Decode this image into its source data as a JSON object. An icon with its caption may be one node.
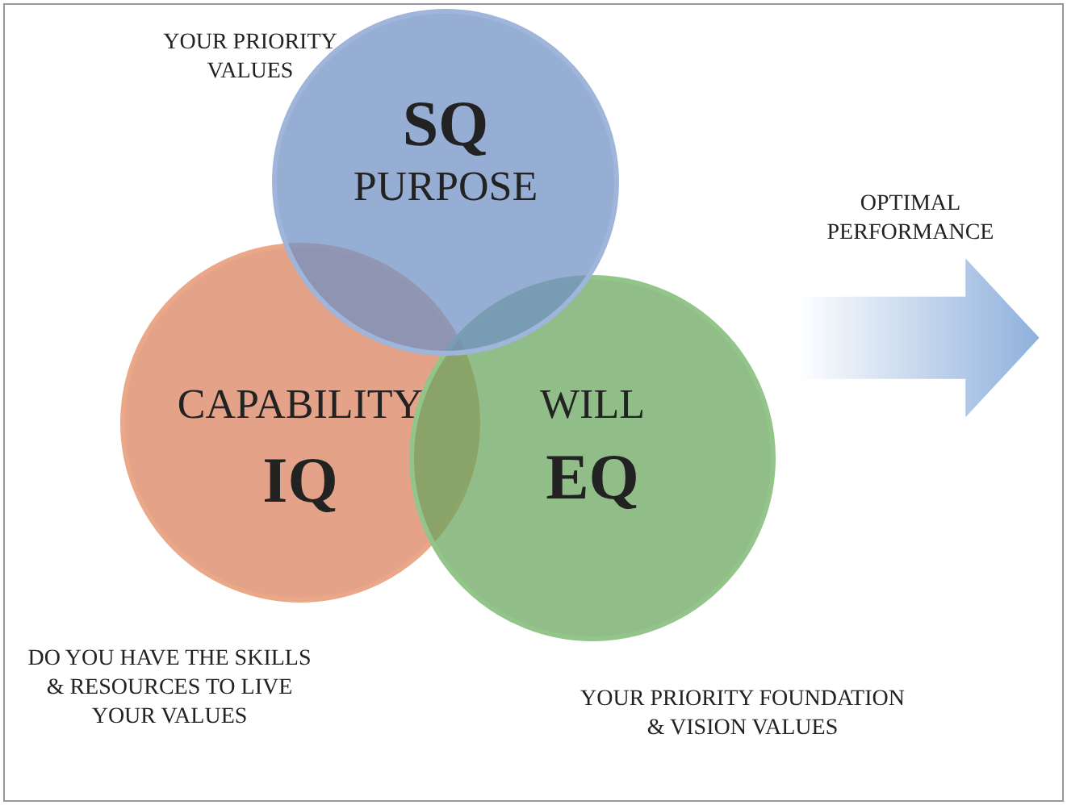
{
  "diagram": {
    "nodes": [
      {
        "text": [
          "SQ",
          "PURPOSE"
        ],
        "beside": [
          "YOUR PRIORITY VALUES"
        ]
      },
      {
        "text": [
          "CAPABILITY",
          "IQ"
        ],
        "beside": [
          "DO YOU HAVE THE SKILLS & RESOURCES TO LIVE YOUR VALUES"
        ]
      },
      {
        "text": [
          "WILL",
          "EQ"
        ],
        "beside": [
          "YOUR PRIORITY FOUNDATION & VISION VALUES"
        ]
      },
      {
        "text": [
          "OPTIMAL PERFORMANCE"
        ]
      }
    ]
  }
}
